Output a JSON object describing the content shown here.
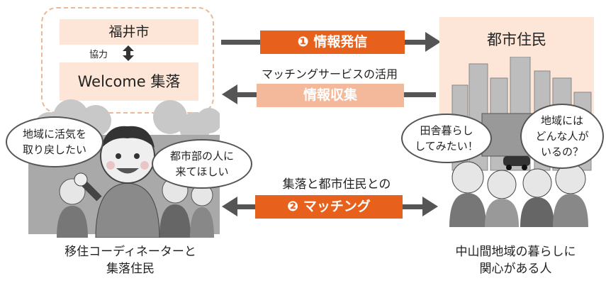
{
  "left": {
    "city_label": "福井市",
    "cooperation_label": "協力",
    "village_label": "Welcome 集落",
    "caption_line1": "移住コーディネーターと",
    "caption_line2": "集落住民",
    "bubble1_line1": "地域に活気を",
    "bubble1_line2": "取り戻したい",
    "bubble2_line1": "都市部の人に",
    "bubble2_line2": "来てほしい"
  },
  "right": {
    "title": "都市住民",
    "caption_line1": "中山間地域の暮らしに",
    "caption_line2": "関心がある人",
    "bubble1_line1": "田舎暮らし",
    "bubble1_line2": "してみたい！",
    "bubble2_line1": "地域には",
    "bubble2_line2": "どんな人が",
    "bubble2_line3": "いるの？"
  },
  "arrows": {
    "info_send": "❶ 情報発信",
    "matching_service": "マッチングサービスの活用",
    "info_collect": "情報収集",
    "matching_pre": "集落と都市住民との",
    "matching": "❷ マッチング"
  },
  "colors": {
    "accent": "#e8611c",
    "accent_light": "#f4b89a",
    "pink_bg": "#fde5d7",
    "arrow_gray": "#555555"
  }
}
